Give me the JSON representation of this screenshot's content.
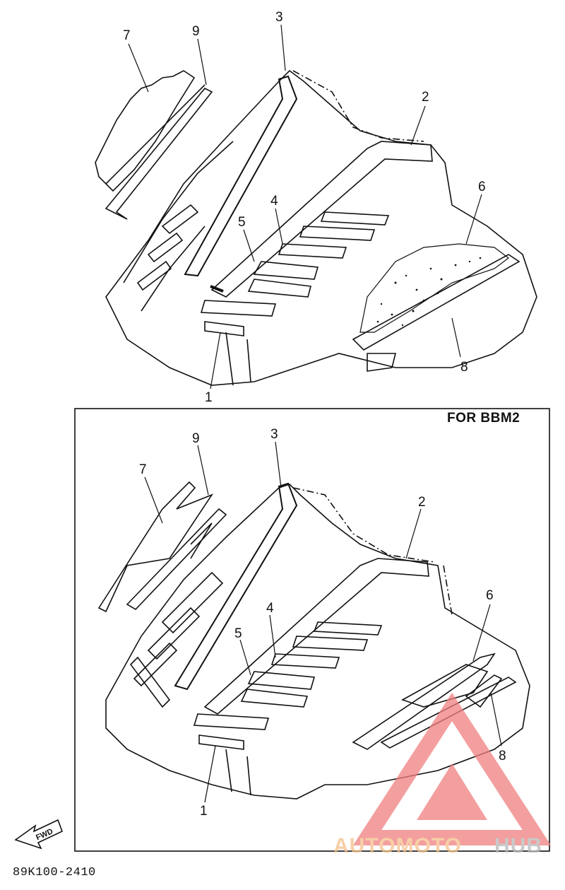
{
  "upper_diagram": {
    "callouts": [
      "1",
      "2",
      "3",
      "4",
      "5",
      "6",
      "7",
      "8",
      "9"
    ]
  },
  "lower_diagram": {
    "box_label": "FOR BBM2",
    "callouts": [
      "1",
      "2",
      "3",
      "4",
      "5",
      "6",
      "7",
      "8",
      "9"
    ],
    "fwd_label": "FWD"
  },
  "drawing_code": "89K100-2410",
  "watermark": {
    "part1": "AUTOMOTO",
    "part2": "HUB",
    "color_triangle": "#f08080",
    "color_text": "#f4c08a",
    "color_hub": "#b8b8b8"
  }
}
